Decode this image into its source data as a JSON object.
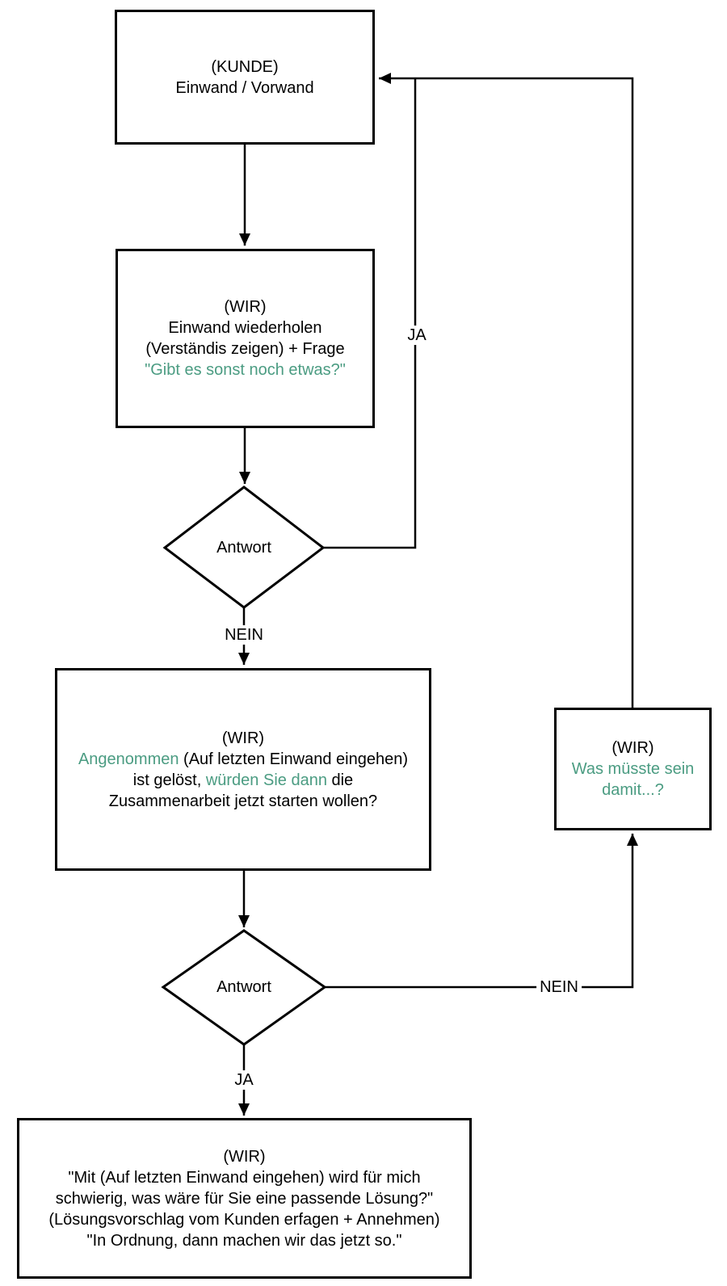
{
  "colors": {
    "accent_teal": "#4B9C82",
    "line": "#000000",
    "background": "#ffffff"
  },
  "nodes": {
    "kunde": {
      "line1": "(KUNDE)",
      "line2": "Einwand / Vorwand"
    },
    "wiederholen": {
      "line1": "(WIR)",
      "line2": "Einwand wiederholen",
      "line3": "(Verständis zeigen) + Frage",
      "line4_teal": "\"Gibt es sonst noch etwas?\""
    },
    "antwort1": {
      "label": "Antwort"
    },
    "angenommen": {
      "line1": "(WIR)",
      "line2_teal": "Angenommen",
      "line2_rest": " (Auf letzten Einwand eingehen)",
      "line3_a": "ist gelöst, ",
      "line3_teal": "würden Sie dann",
      "line3_b": " die",
      "line4": "Zusammenarbeit jetzt starten wollen?"
    },
    "antwort2": {
      "label": "Antwort"
    },
    "was_muesste": {
      "line1": "(WIR)",
      "line2_teal": "Was müsste sein",
      "line3_teal": "damit...?"
    },
    "loesung": {
      "line1": "(WIR)",
      "line2": "\"Mit (Auf letzten Einwand eingehen) wird für mich",
      "line3": "schwierig, was wäre für Sie eine passende Lösung?\"",
      "line4": "(Lösungsvorschlag vom Kunden erfagen + Annehmen)",
      "line5": "\"In Ordnung, dann machen wir das jetzt so.\""
    }
  },
  "edge_labels": {
    "ja_top": "JA",
    "nein_mid": "NEIN",
    "ja_bottom": "JA",
    "nein_right": "NEIN"
  }
}
